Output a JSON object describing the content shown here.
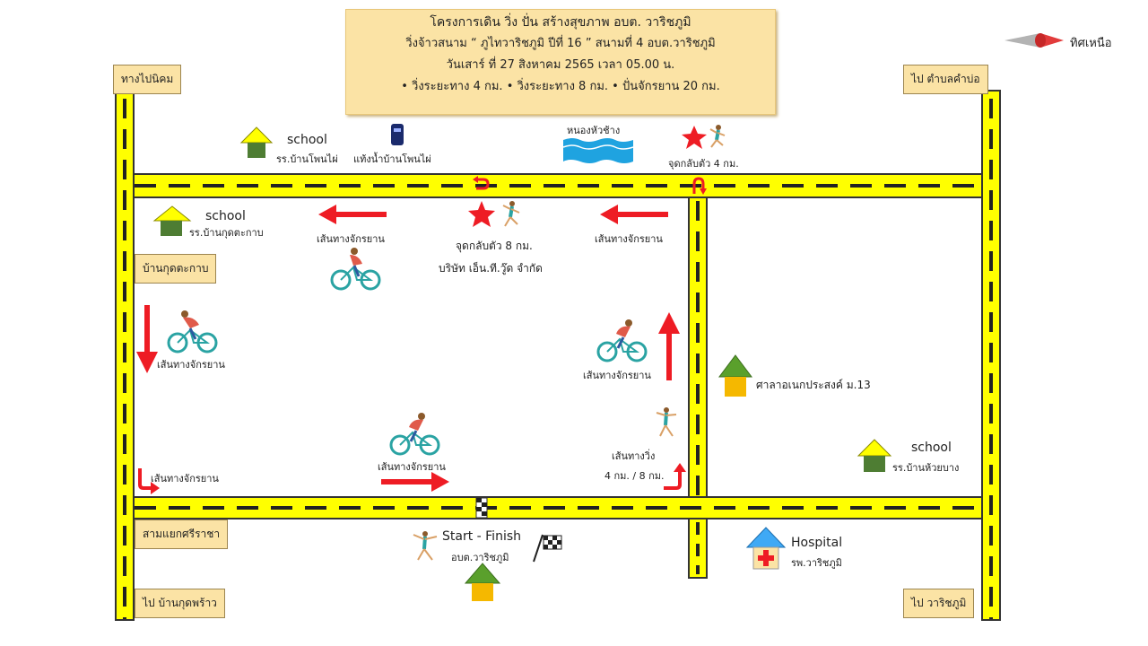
{
  "header": {
    "line1": "โครงการเดิน วิ่ง ปั่น สร้างสุขภาพ อบต. วาริชภูมิ",
    "line2": "วิ่งจ้าวสนาม “ ภูไทวาริชภูมิ  ปีที่ 16 ” สนามที่ 4 อบต.วาริชภูมิ",
    "line3": "วันเสาร์ ที่ 27 สิงหาคม 2565 เวลา 05.00 น.",
    "line4": "• วิ่งระยะทาง 4 กม. • วิ่งระยะทาง 8 กม.  • ปั่นจักรยาน  20 กม."
  },
  "compass": {
    "label": "ทิศเหนือ",
    "icon": "north-arrow-icon"
  },
  "corner_labels": {
    "top_left": "ทางไปนิคม",
    "top_right": "ไป  ตำบลคำบ่อ",
    "left_mid": "บ้านกุดตะกาบ",
    "left_junction": "สามแยกศรีราชา",
    "bottom_left": "ไป  บ้านกุดพร้าว",
    "bottom_right": "ไป  วาริชภูมิ"
  },
  "landmarks": {
    "school1": {
      "word": "school",
      "name": "รร.บ้านโพนไผ่"
    },
    "water_tower": "แท้งน้ำบ้านโพนไผ่",
    "pond": "หนองหัวช้าง",
    "turn4": "จุดกลับตัว 4 กม.",
    "school2": {
      "word": "school",
      "name": "รร.บ้านกุดตะกาบ"
    },
    "turn8_line1": "จุดกลับตัว  8 กม.",
    "turn8_line2": "บริษัท  เอ็น.ที.วู๊ด  จำกัด",
    "sala": "ศาลาอเนกประสงค์ ม.13",
    "school3": {
      "word": "school",
      "name": "รร.บ้านห้วยบาง"
    },
    "run_route_line1": "เส้นทางวิ่ง",
    "run_route_line2": "4 กม. / 8 กม.",
    "start_finish": "Start - Finish",
    "start_place": "อบต.วาริชภูมิ",
    "hospital": {
      "word": "Hospital",
      "name": "รพ.วาริชภูมิ"
    }
  },
  "bike_labels": {
    "top_left": "เส้นทางจักรยาน",
    "top_right": "เส้นทางจักรยาน",
    "left": "เส้นทางจักรยาน",
    "right": "เส้นทางจักรยาน",
    "bottom_center": "เส้นทางจักรยาน",
    "bottom_left": "เส้นทางจักรยาน"
  },
  "colors": {
    "road": "#ffff00",
    "label_bg": "#fbe3a5",
    "arrow": "#ee1c24",
    "roof_yellow": "#ffff00",
    "roof_green": "#5aa02c",
    "roof_blue": "#3fa9f5",
    "house_green": "#4e7d33",
    "house_orange": "#f5b800",
    "water": "#1fa3e0"
  }
}
